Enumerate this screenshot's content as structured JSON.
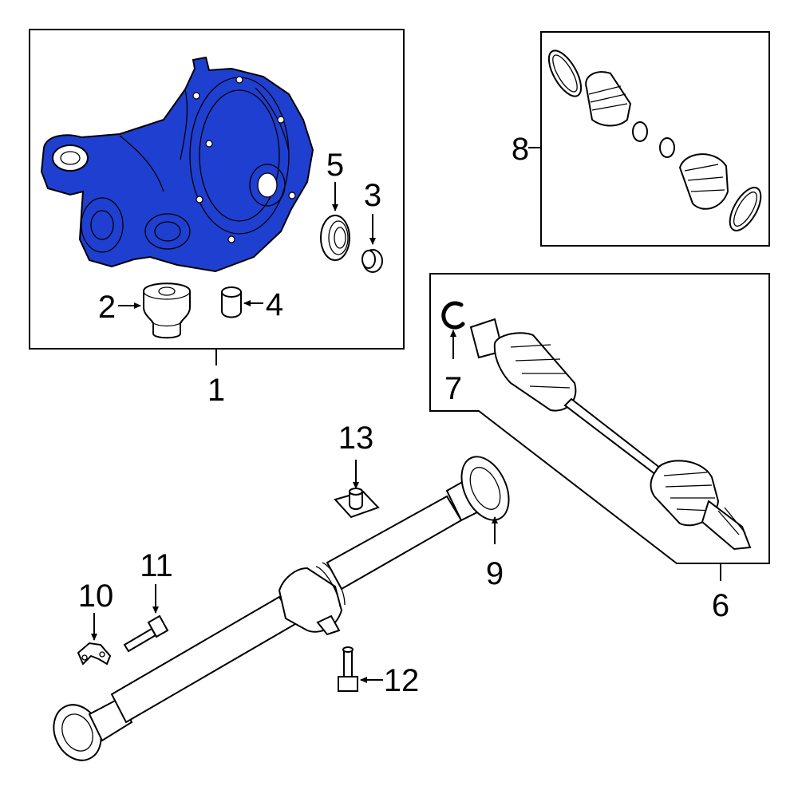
{
  "diagram": {
    "highlight_color": "#1f3fd0",
    "callouts": [
      {
        "id": "1",
        "label": "1"
      },
      {
        "id": "2",
        "label": "2"
      },
      {
        "id": "3",
        "label": "3"
      },
      {
        "id": "4",
        "label": "4"
      },
      {
        "id": "5",
        "label": "5"
      },
      {
        "id": "6",
        "label": "6"
      },
      {
        "id": "7",
        "label": "7"
      },
      {
        "id": "8",
        "label": "8"
      },
      {
        "id": "9",
        "label": "9"
      },
      {
        "id": "10",
        "label": "10"
      },
      {
        "id": "11",
        "label": "11"
      },
      {
        "id": "12",
        "label": "12"
      },
      {
        "id": "13",
        "label": "13"
      }
    ]
  }
}
